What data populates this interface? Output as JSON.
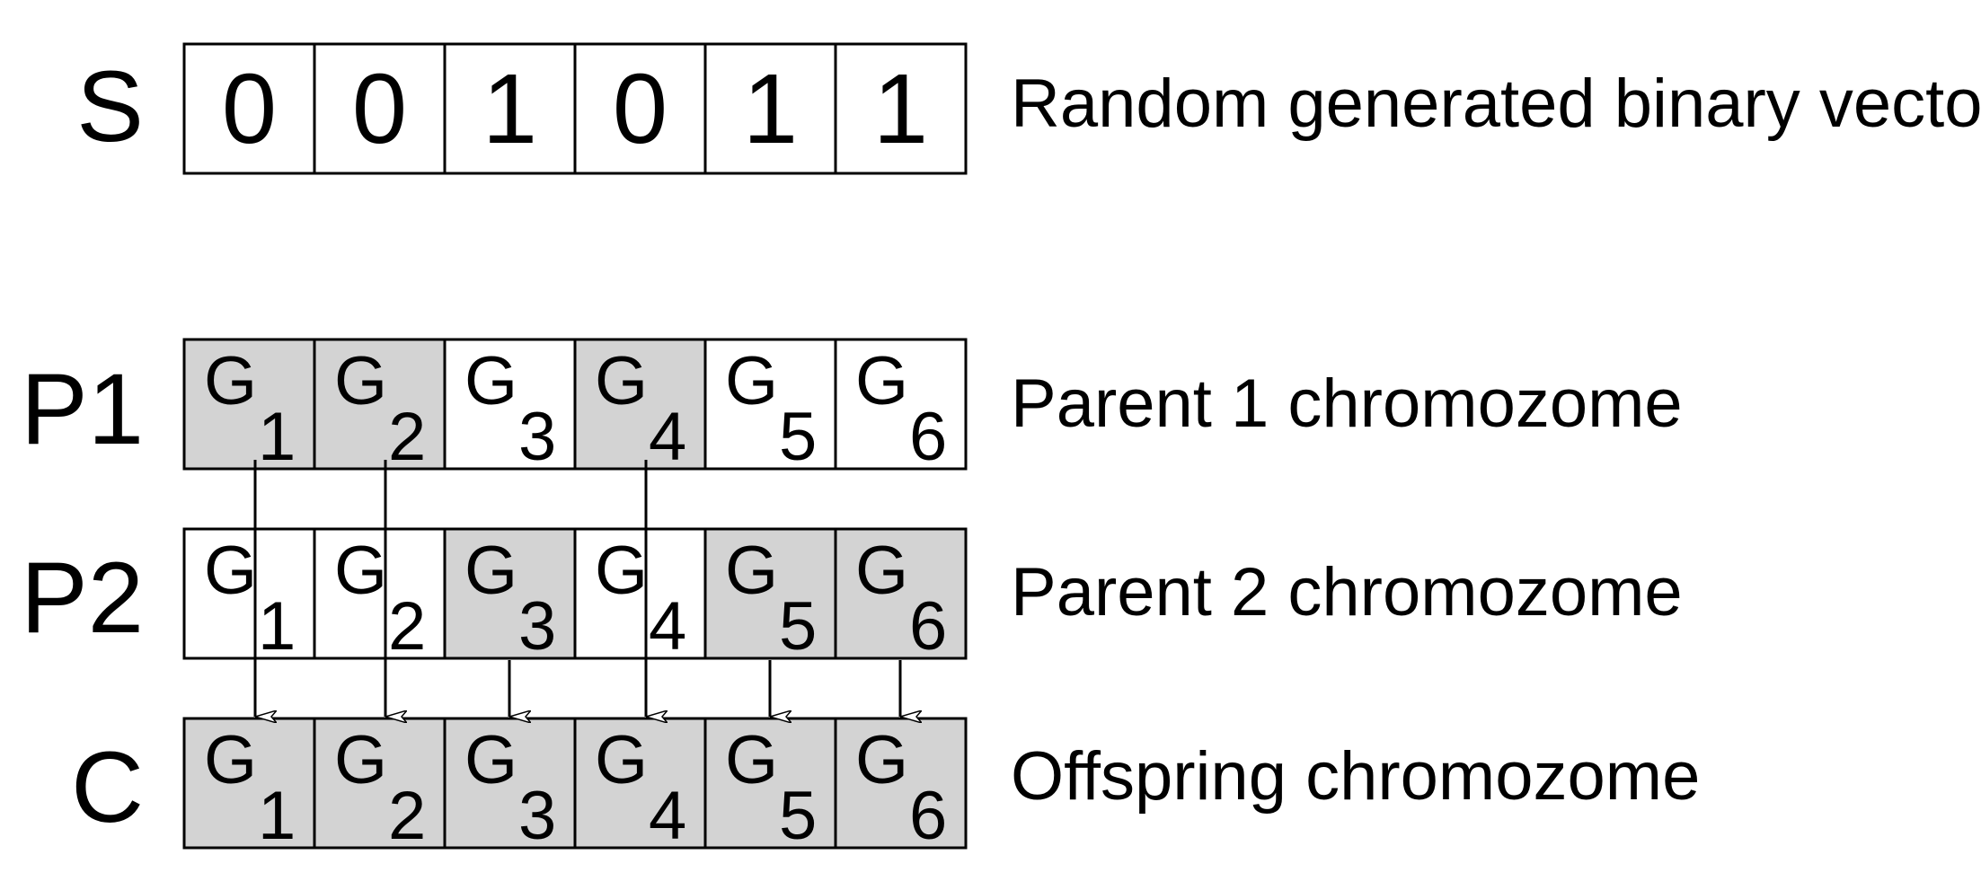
{
  "rows": {
    "s": {
      "label": "S",
      "description": "Random generated binary vector",
      "bits": [
        "0",
        "0",
        "1",
        "0",
        "1",
        "1"
      ]
    },
    "p1": {
      "label": "P1",
      "description": "Parent 1 chromozome",
      "genes": [
        {
          "g": "G",
          "sub": "1",
          "shaded": true
        },
        {
          "g": "G",
          "sub": "2",
          "shaded": true
        },
        {
          "g": "G",
          "sub": "3",
          "shaded": false
        },
        {
          "g": "G",
          "sub": "4",
          "shaded": true
        },
        {
          "g": "G",
          "sub": "5",
          "shaded": false
        },
        {
          "g": "G",
          "sub": "6",
          "shaded": false
        }
      ]
    },
    "p2": {
      "label": "P2",
      "description": "Parent 2 chromozome",
      "genes": [
        {
          "g": "G",
          "sub": "1",
          "shaded": false
        },
        {
          "g": "G",
          "sub": "2",
          "shaded": false
        },
        {
          "g": "G",
          "sub": "3",
          "shaded": true
        },
        {
          "g": "G",
          "sub": "4",
          "shaded": false
        },
        {
          "g": "G",
          "sub": "5",
          "shaded": true
        },
        {
          "g": "G",
          "sub": "6",
          "shaded": true
        }
      ]
    },
    "c": {
      "label": "C",
      "description": "Offspring chromozome",
      "genes": [
        {
          "g": "G",
          "sub": "1",
          "shaded": true
        },
        {
          "g": "G",
          "sub": "2",
          "shaded": true
        },
        {
          "g": "G",
          "sub": "3",
          "shaded": true
        },
        {
          "g": "G",
          "sub": "4",
          "shaded": true
        },
        {
          "g": "G",
          "sub": "5",
          "shaded": true
        },
        {
          "g": "G",
          "sub": "6",
          "shaded": true
        }
      ]
    }
  },
  "arrows": [
    {
      "gene": 1,
      "from": "p1"
    },
    {
      "gene": 2,
      "from": "p1"
    },
    {
      "gene": 3,
      "from": "p2"
    },
    {
      "gene": 4,
      "from": "p1"
    },
    {
      "gene": 5,
      "from": "p2"
    },
    {
      "gene": 6,
      "from": "p2"
    }
  ],
  "colors": {
    "shaded": "#d3d3d3",
    "plain": "#ffffff",
    "stroke": "#000000"
  }
}
